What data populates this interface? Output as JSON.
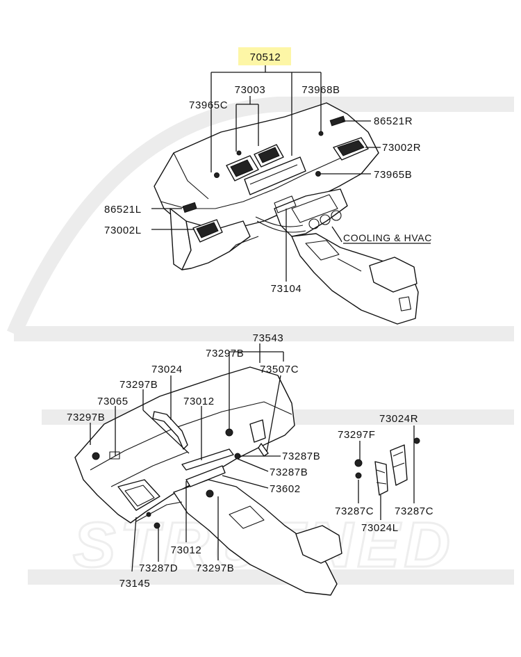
{
  "diagram": {
    "highlight_color": "#fdf6a6",
    "top_view": {
      "group_label": "70512",
      "labels": {
        "p73003": "73003",
        "p73968B": "73968B",
        "p73965C": "73965C",
        "p86521R": "86521R",
        "p73002R": "73002R",
        "p73965B": "73965B",
        "p86521L": "86521L",
        "p73002L": "73002L",
        "pCooling": "COOLING & HVAC",
        "p73104": "73104"
      }
    },
    "bottom_view": {
      "labels": {
        "p73543": "73543",
        "p73297B_top": "73297B",
        "p73507C": "73507C",
        "p73024": "73024",
        "p73297B_mid": "73297B",
        "p73065": "73065",
        "p73012_top": "73012",
        "p73297B_left": "73297B",
        "p73287B_a": "73287B",
        "p73287B_b": "73287B",
        "p73602": "73602",
        "p73012_bot": "73012",
        "p73287D": "73287D",
        "p73297B_bot": "73297B",
        "p73145": "73145"
      }
    },
    "side_view": {
      "labels": {
        "p73024R": "73024R",
        "p73297F": "73297F",
        "p73287C_l": "73287C",
        "p73287C_r": "73287C",
        "p73024L": "73024L"
      }
    }
  }
}
